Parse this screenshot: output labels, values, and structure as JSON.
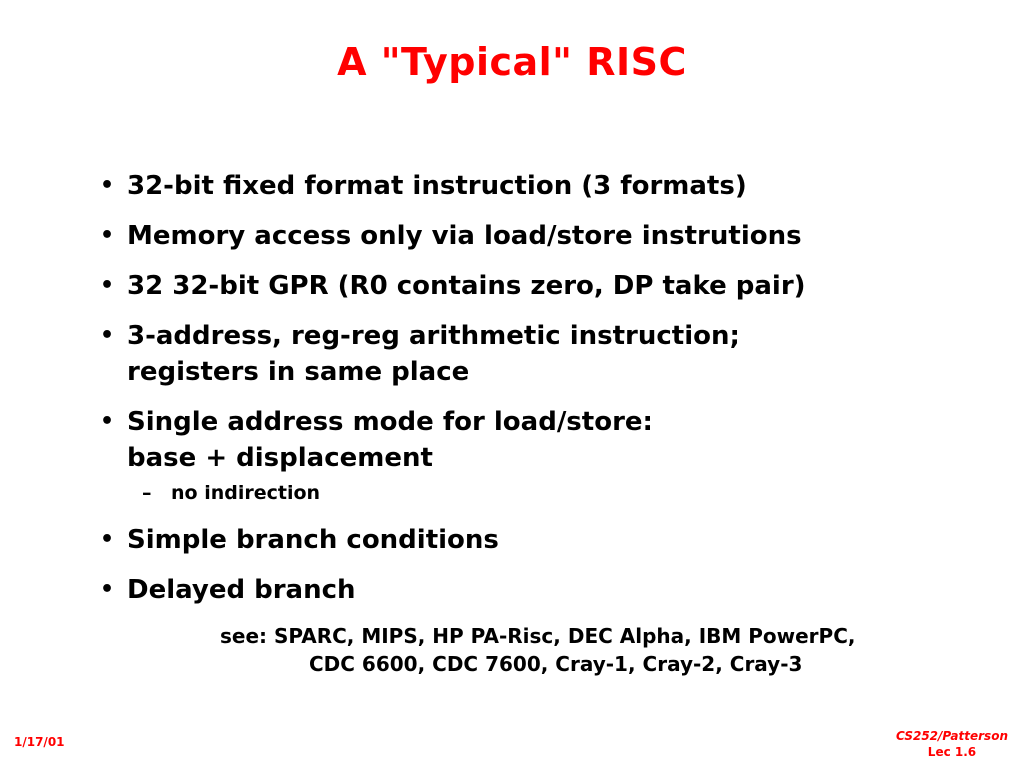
{
  "slide": {
    "title": "A \"Typical\" RISC",
    "bullets": [
      {
        "lines": [
          "32-bit fixed format instruction (3 formats)"
        ]
      },
      {
        "lines": [
          "Memory access only via load/store instrutions"
        ]
      },
      {
        "lines": [
          "32 32-bit GPR (R0 contains zero, DP take pair)"
        ]
      },
      {
        "lines": [
          "3-address, reg-reg arithmetic instruction;",
          "registers in same place"
        ]
      },
      {
        "lines": [
          "Single address mode for load/store:",
          "base + displacement"
        ]
      },
      {
        "lines": [
          "Simple branch conditions"
        ]
      },
      {
        "lines": [
          "Delayed branch"
        ]
      }
    ],
    "sub_bullet": "no indirection",
    "bullet_marker": "•",
    "sub_marker": "–",
    "see_line1": "see: SPARC, MIPS, HP PA-Risc, DEC Alpha, IBM PowerPC,",
    "see_line2": "CDC 6600, CDC 7600, Cray-1, Cray-2, Cray-3"
  },
  "footer": {
    "date": "1/17/01",
    "course": "CS252/Patterson",
    "lecture": "Lec 1.6"
  },
  "colors": {
    "title": "#ff0000",
    "body": "#000000",
    "footer": "#ff0000"
  }
}
